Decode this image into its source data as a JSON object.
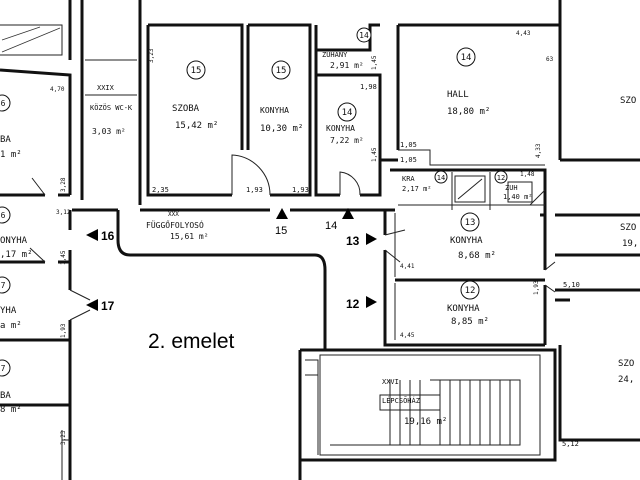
{
  "floor_label": "2. emelet",
  "rooms": [
    {
      "id": "r15a",
      "number": "15",
      "name": "SZOBA",
      "area": "15,42 m²"
    },
    {
      "id": "r15b",
      "number": "15",
      "name": "KONYHA",
      "area": "10,30 m²"
    },
    {
      "id": "r14a",
      "number": "14",
      "name": "ZUHANY",
      "area": "2,91 m²"
    },
    {
      "id": "r14b",
      "number": "14",
      "name": "KONYHA",
      "area": "7,22 m²"
    },
    {
      "id": "r14c",
      "number": "14",
      "name": "HALL",
      "area": "18,80 m²"
    },
    {
      "id": "r14d",
      "number": "14",
      "name": "KRA",
      "area": "2,17 m²"
    },
    {
      "id": "r12a",
      "number": "12",
      "name": "ZUH",
      "area": "1,40 m²"
    },
    {
      "id": "r13",
      "number": "13",
      "name": "KONYHA",
      "area": "8,68 m²"
    },
    {
      "id": "r12b",
      "number": "12",
      "name": "KONYHA",
      "area": "8,85 m²"
    },
    {
      "id": "rwc",
      "number": "XXIX",
      "name": "KÖZÖS WC-K",
      "area": "3,03 m²"
    },
    {
      "id": "rcorr",
      "number": "XXX",
      "name": "FÜGGŐFOLYOSÓ",
      "area": "15,61 m²"
    },
    {
      "id": "rstair",
      "number": "XXVI",
      "name": "LÉPCSŐHÁZ",
      "area": "19,16 m²"
    },
    {
      "id": "rL1",
      "number": "6",
      "name": "BA",
      "area": "1 m²"
    },
    {
      "id": "rL2",
      "number": "6",
      "name": "ONYHA",
      "area": ",17 m²"
    },
    {
      "id": "rL3",
      "number": "7",
      "name": "YHA",
      "area": "a m²"
    },
    {
      "id": "rL4",
      "number": "7",
      "name": "BA",
      "area": "8 m²"
    },
    {
      "id": "rR1",
      "number": "",
      "name": "SZO",
      "area": ""
    },
    {
      "id": "rR2",
      "number": "",
      "name": "SZO",
      "area": "19,"
    },
    {
      "id": "rR3",
      "number": "",
      "name": "SZO",
      "area": "24,"
    }
  ],
  "doors": [
    {
      "id": "d16",
      "label": "16"
    },
    {
      "id": "d17",
      "label": "17"
    },
    {
      "id": "d15",
      "label": "15"
    },
    {
      "id": "d14",
      "label": "14"
    },
    {
      "id": "d13",
      "label": "13"
    },
    {
      "id": "d12",
      "label": "12"
    }
  ],
  "dims": {
    "d1": "3,23",
    "d2": "2,35",
    "d3": "1,93",
    "d4": "1,98",
    "d5": "1,45",
    "d6": "1,05",
    "d7": "1,05",
    "d8": "4,33",
    "d9": "1,48",
    "d10": "4,41",
    "d11": "1,93",
    "d12": "5,10",
    "d13": "4,45",
    "d14": "3,28",
    "d15": "3,12",
    "d16": "1,93",
    "d17": "3,23",
    "d18": "5,12",
    "d19": "4,70",
    "d20": "4,43",
    "d21": "63",
    "d22": "1,45",
    "d23": "1,45",
    "d24": "1,93"
  }
}
